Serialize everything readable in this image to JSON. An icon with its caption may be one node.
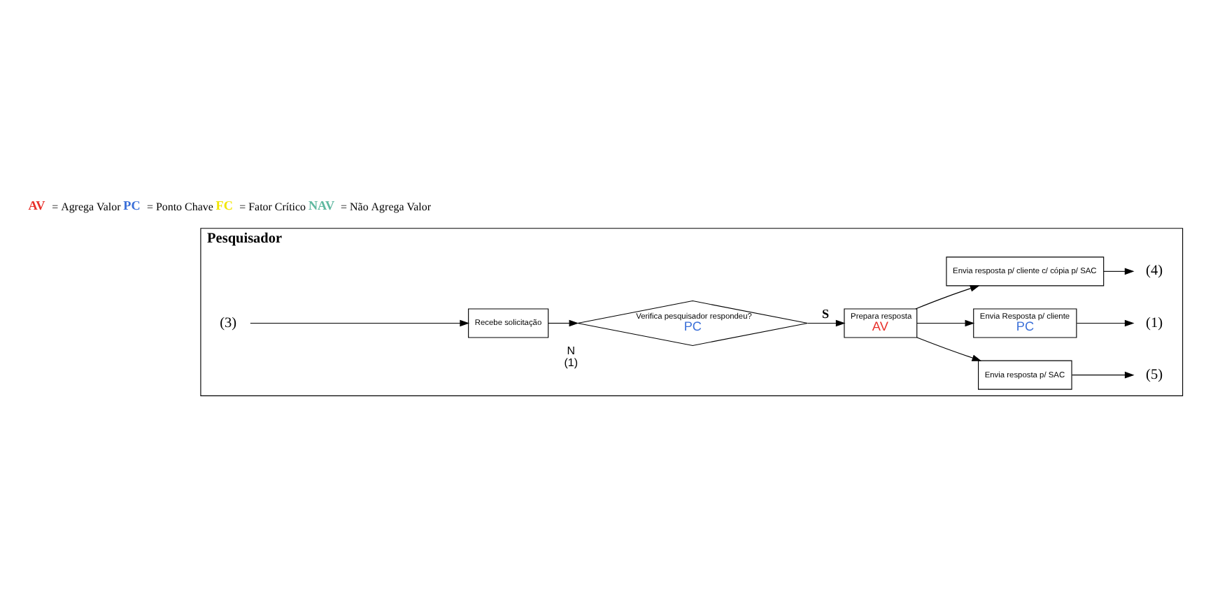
{
  "diagram": {
    "nodes": [
      {
        "text": [
          "Pesquisador"
        ]
      },
      {
        "text": [
          "(3)"
        ],
        "in": 0
      },
      {
        "text": [
          "Recebe solicitação"
        ],
        "in": 0
      },
      {
        "text": [
          "Verifica pesquisador respondeu?",
          "PC"
        ],
        "beside": [
          "N",
          "(1)"
        ],
        "in": 0
      },
      {
        "text": [
          "Prepara resposta",
          "AV"
        ],
        "in": 0
      },
      {
        "text": [
          "Envia resposta p/ SAC"
        ],
        "in": 0
      },
      {
        "text": [
          "(5)"
        ],
        "in": 0
      },
      {
        "text": [
          "Envia Resposta p/ cliente",
          "PC"
        ],
        "in": 0
      },
      {
        "text": [
          "(1)"
        ],
        "in": 0
      },
      {
        "text": [
          "Envia resposta p/ cliente c/ cópia p/ SAC"
        ],
        "in": 0
      },
      {
        "text": [
          "(4)"
        ],
        "in": 0
      }
    ],
    "edges": [
      {
        "from": 1,
        "to": 2,
        "arrow": "to"
      },
      {
        "from": 2,
        "to": 3,
        "arrow": "to"
      },
      {
        "from": 3,
        "to": 4,
        "arrow": "to",
        "label": "S"
      },
      {
        "from": 4,
        "to": 5,
        "arrow": "to"
      },
      {
        "from": 4,
        "to": 7,
        "arrow": "to"
      },
      {
        "from": 4,
        "to": 9,
        "arrow": "to"
      },
      {
        "from": 5,
        "to": 6,
        "arrow": "to"
      },
      {
        "from": 7,
        "to": 8,
        "arrow": "to"
      },
      {
        "from": 9,
        "to": 10,
        "arrow": "to"
      }
    ],
    "legend": [
      {
        "text": "AV = Agrega Valor",
        "color": "#e8302a"
      },
      {
        "text": "PC = Ponto Chave",
        "color": "#3a6fd8"
      },
      {
        "text": "FC = Fator Crítico",
        "color": "#f2e600"
      },
      {
        "text": "NAV = Não Agrega Valor",
        "color": "#5fb8a0"
      }
    ]
  }
}
